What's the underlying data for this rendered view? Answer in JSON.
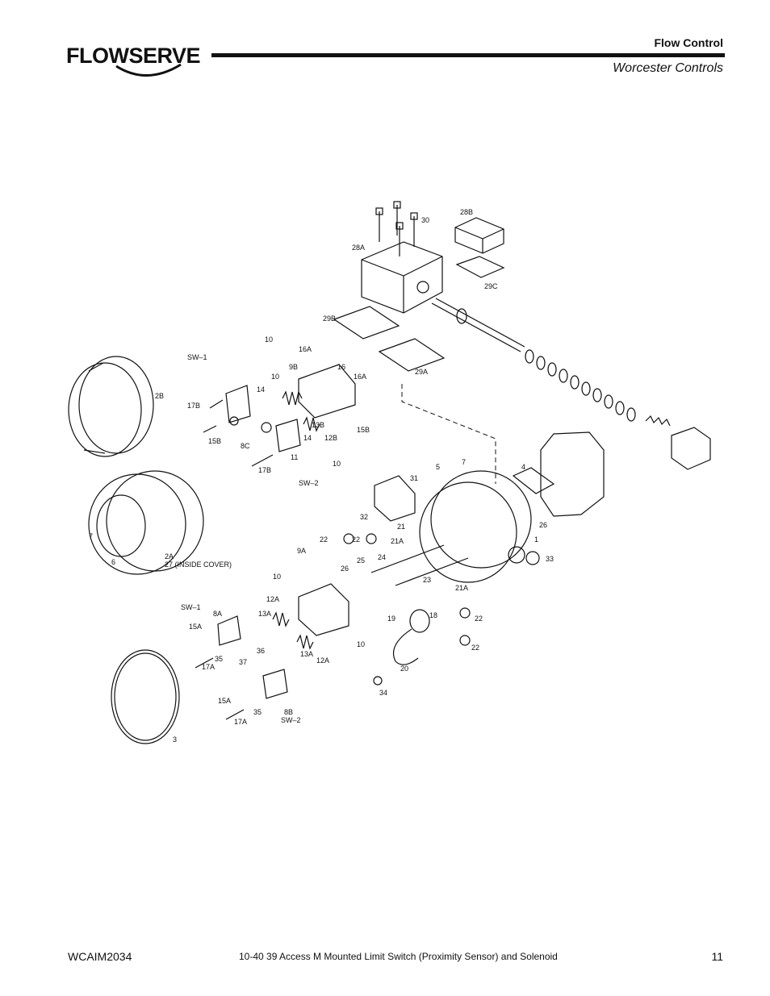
{
  "header": {
    "logo_text": "FLOWSERVE",
    "company": "Flow Control",
    "brand": "Worcester Controls"
  },
  "footer": {
    "doc_number": "WCAIM2034",
    "title": "10-40 39 Access M Mounted Limit Switch (Proximity Sensor) and Solenoid",
    "page_number": "11"
  },
  "diagram": {
    "callouts": [
      "30",
      "28B",
      "28A",
      "29C",
      "29B",
      "10",
      "16A",
      "16",
      "9B",
      "10",
      "16A",
      "29A",
      "SW–1",
      "2B",
      "17B",
      "14",
      "15B",
      "8C",
      "13B",
      "12B",
      "15B",
      "14",
      "11",
      "10",
      "17B",
      "SW–2",
      "5",
      "7",
      "4",
      "31",
      "26",
      "32",
      "21",
      "21A",
      "22",
      "22",
      "1",
      "7",
      "6",
      "2A",
      "27 (INSIDE COVER)",
      "9A",
      "25",
      "24",
      "33",
      "10",
      "26",
      "23",
      "21A",
      "12A",
      "SW–1",
      "8A",
      "13A",
      "19",
      "18",
      "22",
      "15A",
      "36",
      "10",
      "22",
      "35",
      "13A",
      "17A",
      "37",
      "12A",
      "20",
      "34",
      "15A",
      "35",
      "8B",
      "17A",
      "SW–2",
      "3"
    ]
  }
}
